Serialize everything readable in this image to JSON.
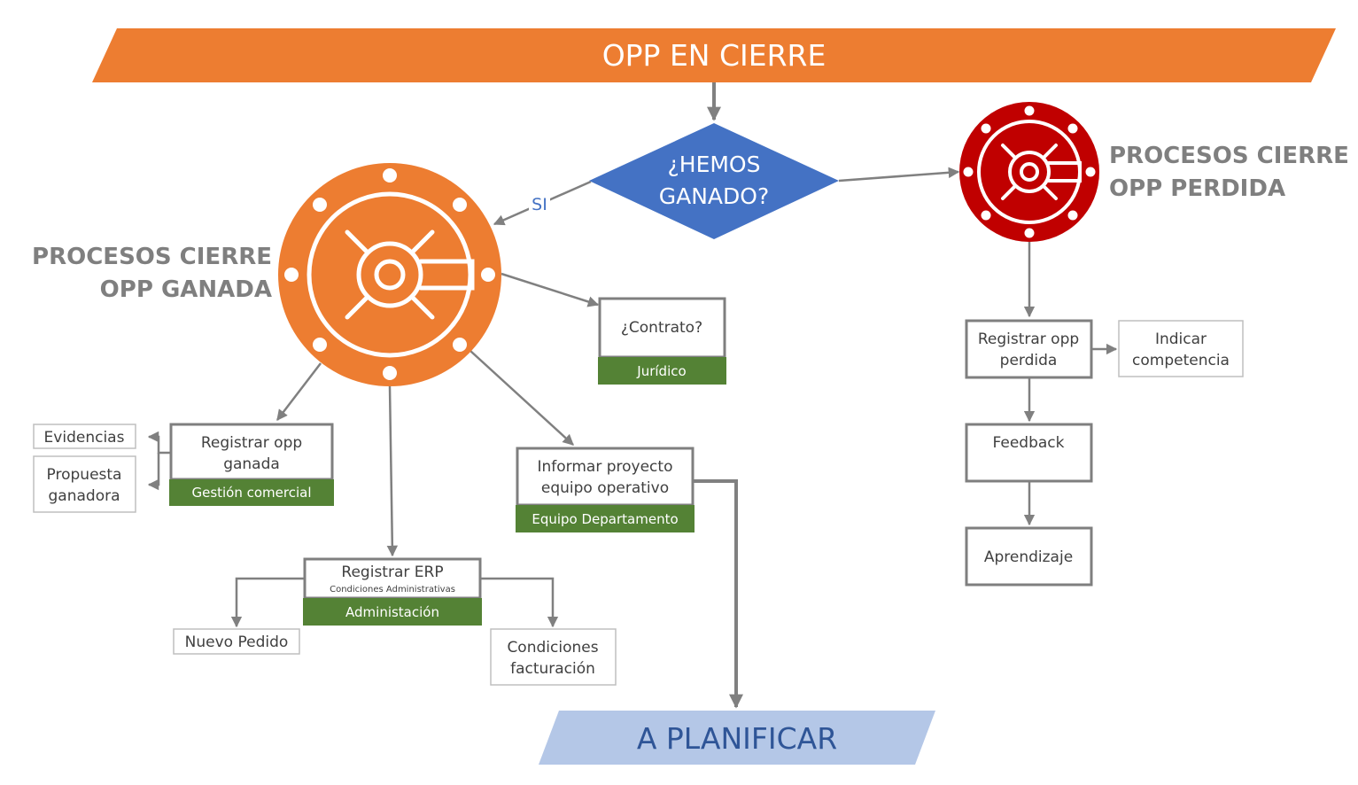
{
  "header": {
    "title": "OPP EN CIERRE"
  },
  "decision": {
    "line1": "¿HEMOS",
    "line2": "GANADO?",
    "yes_label": "SI"
  },
  "won": {
    "title_line1": "PROCESOS CIERRE",
    "title_line2": "OPP GANADA",
    "contract": {
      "label": "¿Contrato?",
      "owner": "Jurídico"
    },
    "register": {
      "line1": "Registrar opp",
      "line2": "ganada",
      "owner": "Gestión comercial"
    },
    "evidence": {
      "label": "Evidencias"
    },
    "proposal": {
      "line1": "Propuesta",
      "line2": "ganadora"
    },
    "inform": {
      "line1": "Informar proyecto",
      "line2": "equipo operativo",
      "owner": "Equipo Departamento"
    },
    "erp": {
      "line1": "Registrar ERP",
      "sub": "Condiciones Administrativas",
      "owner": "Administación"
    },
    "new_order": {
      "label": "Nuevo Pedido"
    },
    "billing": {
      "line1": "Condiciones",
      "line2": "facturación"
    }
  },
  "lost": {
    "title_line1": "PROCESOS CIERRE",
    "title_line2": "OPP PERDIDA",
    "register": {
      "line1": "Registrar opp",
      "line2": "perdida"
    },
    "competition": {
      "line1": "Indicar",
      "line2": "competencia"
    },
    "feedback": {
      "label": "Feedback"
    },
    "learning": {
      "label": "Aprendizaje"
    }
  },
  "footer": {
    "title": "A PLANIFICAR"
  },
  "colors": {
    "orange": "#ED7D31",
    "red": "#C00000",
    "blue": "#4472C4",
    "green": "#548235",
    "light_blue": "#B4C7E7",
    "gray_text": "#7F7F7F",
    "connector": "#808080"
  }
}
